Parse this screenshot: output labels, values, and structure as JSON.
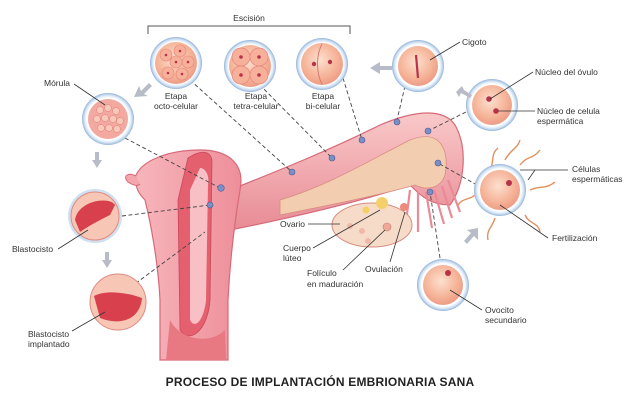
{
  "title": "PROCESO DE IMPLANTACIÓN EMBRIONARIA SANA",
  "bracket_label": "Escisión",
  "labels": {
    "octo_1": "Etapa",
    "octo_2": "octo-celular",
    "tetra_1": "Etapa",
    "tetra_2": "tetra-celular",
    "bi_1": "Etapa",
    "bi_2": "bi-celular",
    "cigoto": "Cigoto",
    "nucleo_ovulo": "Núcleo del óvulo",
    "nucleo_esp_1": "Núcleo de celula",
    "nucleo_esp_2": "espermática",
    "celulas_esp_1": "Células",
    "celulas_esp_2": "espermáticas",
    "fertilizacion": "Fertilización",
    "ovocito_1": "Ovocito",
    "ovocito_2": "secundario",
    "ovulacion": "Ovulación",
    "foliculo_1": "Folículo",
    "foliculo_2": "en maduración",
    "cuerpo_1": "Cuerpo",
    "cuerpo_2": "lúteo",
    "ovario": "Ovario",
    "morula": "Mórula",
    "blastocisto": "Blastocisto",
    "blast_impl_1": "Blastocisto",
    "blast_impl_2": "implantado"
  },
  "colors": {
    "tissue": "#f2a0a8",
    "tissue_dark": "#d9606e",
    "cell_fill": "#f7b89c",
    "zona": "#a9c4e4",
    "nucleus": "#b8334a",
    "ovary": "#f6d9c4",
    "arrow": "#b8bcc8"
  }
}
